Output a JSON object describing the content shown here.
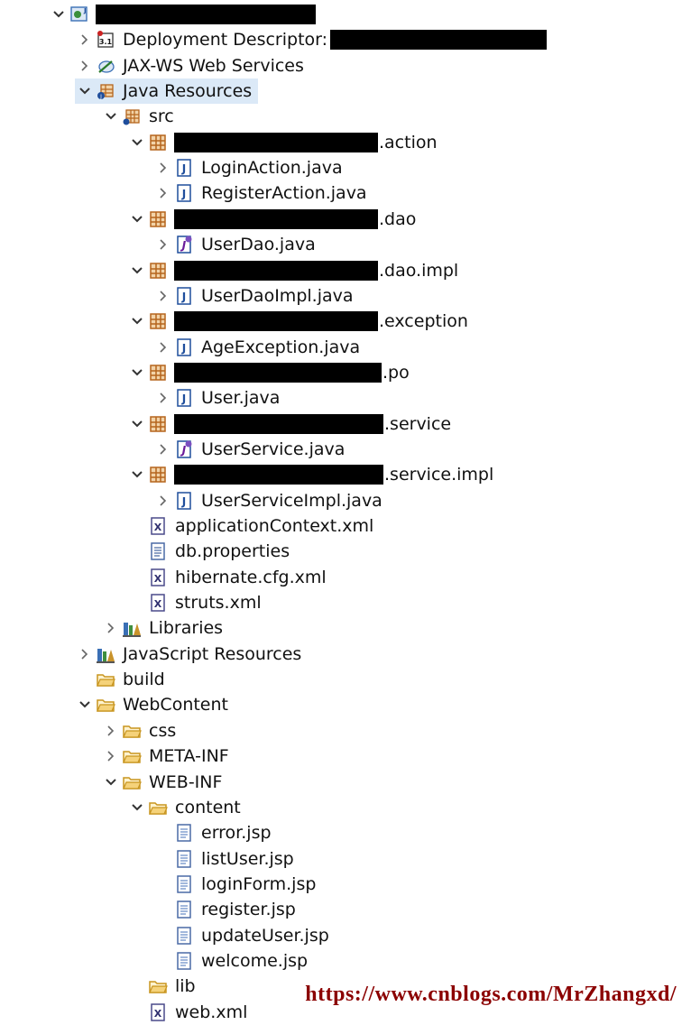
{
  "project_explorer": {
    "rows": [
      {
        "label": "",
        "pre_redact": false,
        "redact_after": false,
        "redacted_only": true,
        "icon": "web-project-icon",
        "expanded": true,
        "depth": 0,
        "selected": false
      },
      {
        "label": "Deployment Descriptor:",
        "icon": "deployment-descriptor-icon",
        "expanded": false,
        "depth": 1,
        "redact_after": true
      },
      {
        "label": "JAX-WS Web Services",
        "icon": "web-services-icon",
        "expanded": false,
        "depth": 1
      },
      {
        "label": "Java Resources",
        "icon": "java-resources-icon",
        "expanded": true,
        "depth": 1,
        "selected": true
      },
      {
        "label": "src",
        "icon": "source-folder-icon",
        "expanded": true,
        "depth": 2
      },
      {
        "label": ".action",
        "icon": "package-icon",
        "expanded": true,
        "depth": 3,
        "pre_redact": true
      },
      {
        "label": "LoginAction.java",
        "icon": "java-class-icon",
        "expanded": false,
        "depth": 4
      },
      {
        "label": "RegisterAction.java",
        "icon": "java-class-icon",
        "expanded": false,
        "depth": 4
      },
      {
        "label": ".dao",
        "icon": "package-icon",
        "expanded": true,
        "depth": 3,
        "pre_redact": true
      },
      {
        "label": "UserDao.java",
        "icon": "java-interface-icon",
        "expanded": false,
        "depth": 4
      },
      {
        "label": ".dao.impl",
        "icon": "package-icon",
        "expanded": true,
        "depth": 3,
        "pre_redact": true
      },
      {
        "label": "UserDaoImpl.java",
        "icon": "java-class-icon",
        "expanded": false,
        "depth": 4
      },
      {
        "label": ".exception",
        "icon": "package-icon",
        "expanded": true,
        "depth": 3,
        "pre_redact": true
      },
      {
        "label": "AgeException.java",
        "icon": "java-class-icon",
        "expanded": false,
        "depth": 4
      },
      {
        "label": ".po",
        "icon": "package-icon",
        "expanded": true,
        "depth": 3,
        "pre_redact": true
      },
      {
        "label": "User.java",
        "icon": "java-class-icon",
        "expanded": false,
        "depth": 4
      },
      {
        "label": ".service",
        "icon": "package-icon",
        "expanded": true,
        "depth": 3,
        "pre_redact": true
      },
      {
        "label": "UserService.java",
        "icon": "java-interface-icon",
        "expanded": false,
        "depth": 4
      },
      {
        "label": ".service.impl",
        "icon": "package-icon",
        "expanded": true,
        "depth": 3,
        "pre_redact": true
      },
      {
        "label": "UserServiceImpl.java",
        "icon": "java-class-icon",
        "expanded": false,
        "depth": 4
      },
      {
        "label": "applicationContext.xml",
        "icon": "xml-file-icon",
        "expanded": null,
        "depth": 3
      },
      {
        "label": "db.properties",
        "icon": "text-file-icon",
        "expanded": null,
        "depth": 3
      },
      {
        "label": "hibernate.cfg.xml",
        "icon": "xml-file-icon",
        "expanded": null,
        "depth": 3
      },
      {
        "label": "struts.xml",
        "icon": "xml-file-icon",
        "expanded": null,
        "depth": 3
      },
      {
        "label": "Libraries",
        "icon": "libraries-icon",
        "expanded": false,
        "depth": 2
      },
      {
        "label": "JavaScript Resources",
        "icon": "libraries-icon",
        "expanded": false,
        "depth": 1
      },
      {
        "label": "build",
        "icon": "folder-icon",
        "expanded": null,
        "depth": 1
      },
      {
        "label": "WebContent",
        "icon": "folder-icon",
        "expanded": true,
        "depth": 1
      },
      {
        "label": "css",
        "icon": "folder-icon",
        "expanded": false,
        "depth": 2
      },
      {
        "label": "META-INF",
        "icon": "folder-icon",
        "expanded": false,
        "depth": 2
      },
      {
        "label": "WEB-INF",
        "icon": "folder-icon",
        "expanded": true,
        "depth": 2
      },
      {
        "label": "content",
        "icon": "folder-icon",
        "expanded": true,
        "depth": 3
      },
      {
        "label": "error.jsp",
        "icon": "jsp-file-icon",
        "expanded": null,
        "depth": 4
      },
      {
        "label": "listUser.jsp",
        "icon": "jsp-file-icon",
        "expanded": null,
        "depth": 4
      },
      {
        "label": "loginForm.jsp",
        "icon": "jsp-file-icon",
        "expanded": null,
        "depth": 4
      },
      {
        "label": "register.jsp",
        "icon": "jsp-file-icon",
        "expanded": null,
        "depth": 4
      },
      {
        "label": "updateUser.jsp",
        "icon": "jsp-file-icon",
        "expanded": null,
        "depth": 4
      },
      {
        "label": "welcome.jsp",
        "icon": "jsp-file-icon",
        "expanded": null,
        "depth": 4
      },
      {
        "label": "lib",
        "icon": "folder-icon",
        "expanded": null,
        "depth": 3
      },
      {
        "label": "web.xml",
        "icon": "xml-file-icon",
        "expanded": null,
        "depth": 3
      }
    ]
  },
  "watermark": {
    "text": "https://www.cnblogs.com/MrZhangxd/"
  },
  "colors": {
    "selection": "#dbe9f7",
    "watermark": "#8b0000",
    "package": "#b5651d",
    "java": "#1f4e9c",
    "folder": "#e0b24c"
  }
}
